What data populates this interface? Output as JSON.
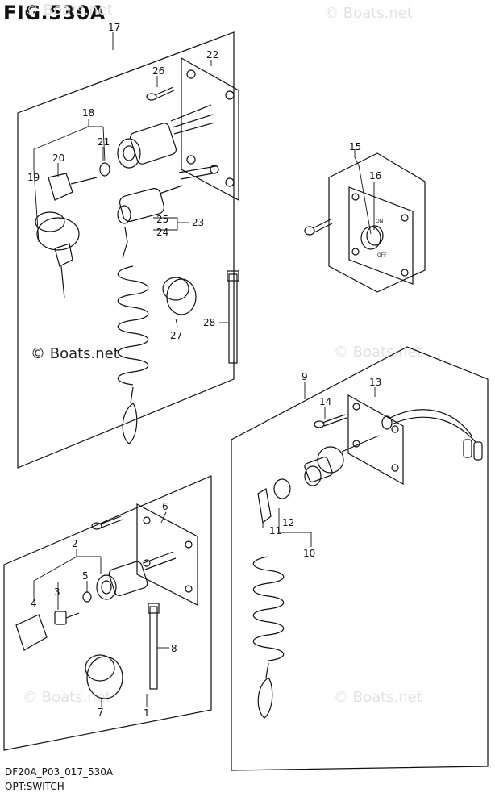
{
  "title": "FIG.530A",
  "footer": {
    "code": "DF20A_P03_017_530A",
    "subtitle": "OPT:SWITCH"
  },
  "watermarks": [
    "© Boats.net",
    "© Boats.net",
    "© Boats.net",
    "© Boats.net",
    "© Boats.net",
    "© Boats.net"
  ],
  "watermark_main": "© Boats.net",
  "callouts": {
    "c1": "1",
    "c2": "2",
    "c3": "3",
    "c4": "4",
    "c5": "5",
    "c6": "6",
    "c7": "7",
    "c8": "8",
    "c9": "9",
    "c10": "10",
    "c11": "11",
    "c12": "12",
    "c13": "13",
    "c14": "14",
    "c15": "15",
    "c16": "16",
    "c17": "17",
    "c18": "18",
    "c19": "19",
    "c20": "20",
    "c21": "21",
    "c22": "22",
    "c23": "23",
    "c24": "24",
    "c25": "25",
    "c26": "26",
    "c27": "27",
    "c28": "28"
  },
  "panel_text": {
    "on": "ON",
    "off": "OFF"
  }
}
